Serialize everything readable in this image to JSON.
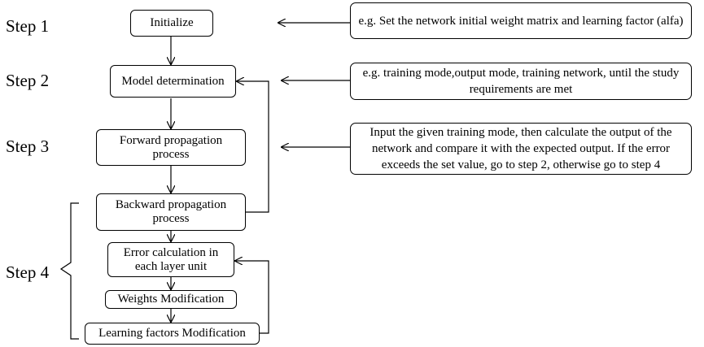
{
  "steps": {
    "s1": "Step 1",
    "s2": "Step 2",
    "s3": "Step 3",
    "s4": "Step 4"
  },
  "flow": {
    "initialize": "Initialize",
    "model_determination": "Model determination",
    "forward_propagation": "Forward propagation process",
    "backward_propagation": "Backward propagation process",
    "error_calculation": "Error calculation in each layer unit",
    "weights_modification": "Weights Modification",
    "learning_factors_modification": "Learning factors Modification"
  },
  "notes": {
    "n1": "e.g. Set the network initial weight matrix and learning factor (alfa)",
    "n2": "e.g. training mode,output mode, training network, until the study requirements are met",
    "n3": "Input the given training mode, then calculate the output of the network and compare it with the expected output. If the error exceeds the set value, go to step 2, otherwise go to step 4"
  }
}
